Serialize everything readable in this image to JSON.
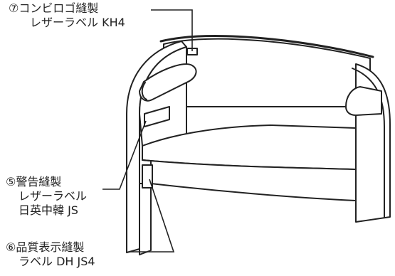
{
  "callouts": [
    {
      "id": "combi-logo",
      "line1": "⑦コンビロゴ縫製",
      "line2": "レザーラベル KH4"
    },
    {
      "id": "warning",
      "line1": "⑤警告縫製",
      "line2": "レザーラベル",
      "line3": "日英中韓 JS"
    },
    {
      "id": "quality",
      "line1": "⑥品質表示縫製",
      "line2": "ラベル DH JS4"
    }
  ],
  "colors": {
    "stroke": "#222222",
    "background": "#ffffff"
  }
}
